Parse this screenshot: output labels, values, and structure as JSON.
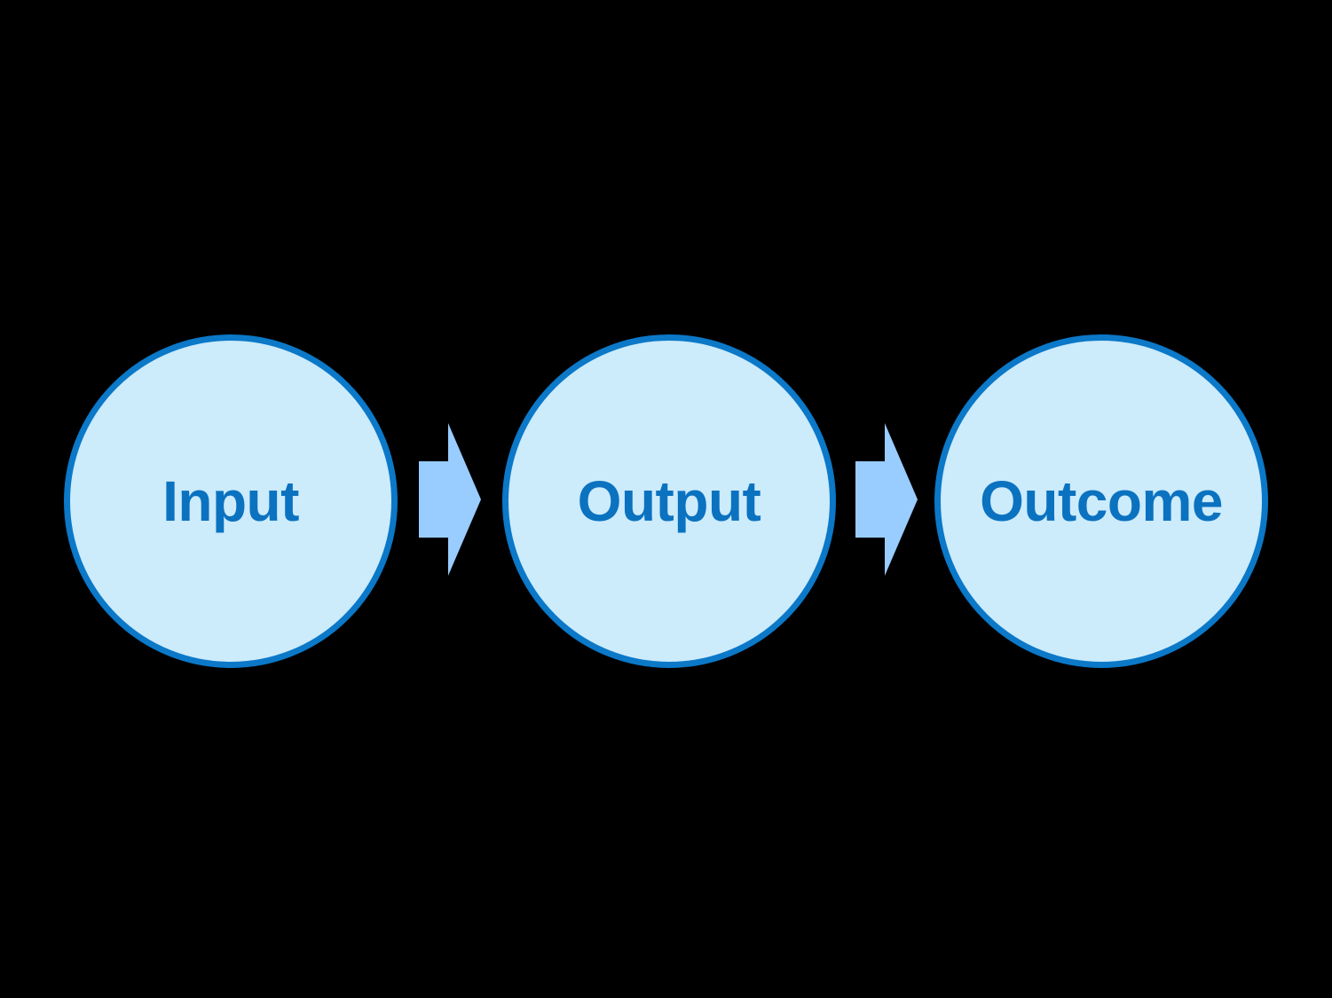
{
  "diagram": {
    "title": "Input Output Outcome",
    "background_color": "#000000",
    "node_fill_color": "#CCEBFB",
    "node_border_color": "#0B78C8",
    "node_text_color": "#0B72C0",
    "arrow_color": "#99CCFF",
    "nodes": [
      {
        "id": "input",
        "label": "Input",
        "shape": "circle",
        "font_size": "64px"
      },
      {
        "id": "output",
        "label": "Output",
        "shape": "circle",
        "font_size": "64px"
      },
      {
        "id": "outcome",
        "label": "Outcome",
        "shape": "circle",
        "font_size": "64px"
      }
    ],
    "connectors": [
      {
        "id": "input-output",
        "from": "input",
        "to": "output",
        "type": "block-arrow",
        "direction": "right"
      },
      {
        "id": "output-outcome",
        "from": "output",
        "to": "outcome",
        "type": "block-arrow",
        "direction": "right"
      }
    ]
  },
  "chart_data": {
    "type": "diagram",
    "title": "Input Output Outcome",
    "categories": [
      "Input",
      "Output",
      "Outcome"
    ],
    "flow": "Input → Output → Outcome"
  }
}
